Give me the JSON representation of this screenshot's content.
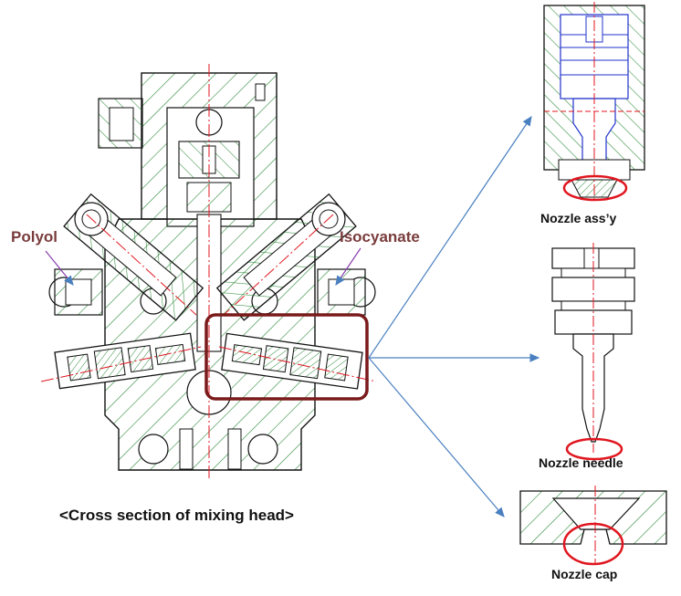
{
  "labels": {
    "polyol": "Polyol",
    "isocyanate": "Isocyanate",
    "caption": "<Cross section of mixing head>",
    "nozzle_assy": "Nozzle ass’y",
    "nozzle_needle": "Nozzle needle",
    "nozzle_cap": "Nozzle cap"
  },
  "colors": {
    "outline": "#111111",
    "hatch": "#2e8b3a",
    "centerline": "#e0161f",
    "highlight_box": "#7a1a1a",
    "callout_ellipse": "#e0161f",
    "arrow": "#4a80c0",
    "inner_parts": "#2233cc",
    "label_side": "#7a3b3b"
  }
}
